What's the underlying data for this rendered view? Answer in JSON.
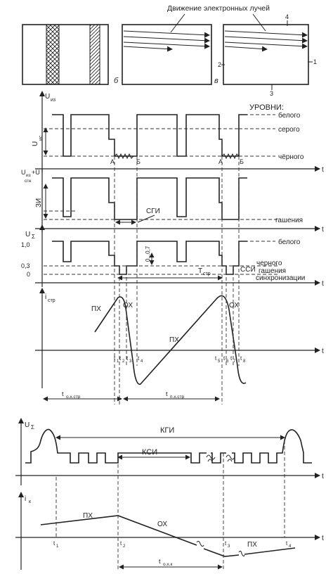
{
  "top_panels": {
    "panel_b_label": "б",
    "panel_v_label": "в",
    "beam_caption": "Движение электронных лучей",
    "marker_4": "4",
    "marker_2": "2",
    "marker_1": "1",
    "marker_3": "3"
  },
  "graph1": {
    "ylabel_main": "U",
    "ylabel_sub": "из",
    "levels_title": "УРОВНИ:",
    "level_white": "белого",
    "level_gray": "серого",
    "level_black": "чёрного",
    "amp_main": "U",
    "amp_sub": "ис",
    "point_a1": "А",
    "point_b1": "Б",
    "point_a2": "А",
    "point_b2": "Б",
    "t_label": "t"
  },
  "graph2": {
    "ylabel_main": "U",
    "ylabel_sub": "из",
    "ylabel_plus": "+U",
    "ylabel_sub2": "сгн",
    "zi_label": "ЗИ",
    "sgi_label": "СГИ",
    "level_blank": "гашения",
    "t_label": "t"
  },
  "graph3": {
    "ylabel_main": "U",
    "ylabel_sub": "Σ",
    "tick_1": "1,0",
    "tick_03": "0,3",
    "tick_0": "0",
    "range_label": "0...0,7",
    "level_white": "белого",
    "level_black": "черного",
    "level_blank": "гашения",
    "level_sync": "синхронизации",
    "t_str_main": "T",
    "t_str_sub": "стр",
    "ssi_label": "ССИ",
    "t_label": "t"
  },
  "graph4": {
    "ylabel_main": "i",
    "ylabel_sub": "стр",
    "px_left": "ПХ",
    "ox_1": "ОХ",
    "px_mid": "ПХ",
    "ox_2": "ОХ",
    "t1": "t",
    "t1s": "1",
    "t2": "t",
    "t2s": "2",
    "t3": "t",
    "t3s": "3",
    "t4": "t",
    "t4s": "4",
    "t5": "t",
    "t5s": "5",
    "t6": "t",
    "t6s": "6",
    "t7": "t",
    "t7s": "7",
    "t8": "t",
    "t8s": "8",
    "tox_main": "t",
    "tox_sub": "о.х.стр",
    "tpx_main": "t",
    "tpx_sub": "п.х.стр",
    "t_label": "t"
  },
  "graph5": {
    "ylabel_main": "U",
    "ylabel_sub": "Σ",
    "kgi_label": "КГИ",
    "ksi_label": "КСИ",
    "t_label": "t"
  },
  "graph6": {
    "ylabel_main": "i",
    "ylabel_sub": "к",
    "px_left": "ПХ",
    "ox_label": "ОХ",
    "px_right": "ПХ",
    "t1": "t",
    "t1s": "1",
    "t2": "t",
    "t2s": "2",
    "t3": "t",
    "t3s": "3",
    "t4": "t",
    "t4s": "4",
    "tox_main": "t",
    "tox_sub": "о.х.к",
    "t_label": "t"
  }
}
